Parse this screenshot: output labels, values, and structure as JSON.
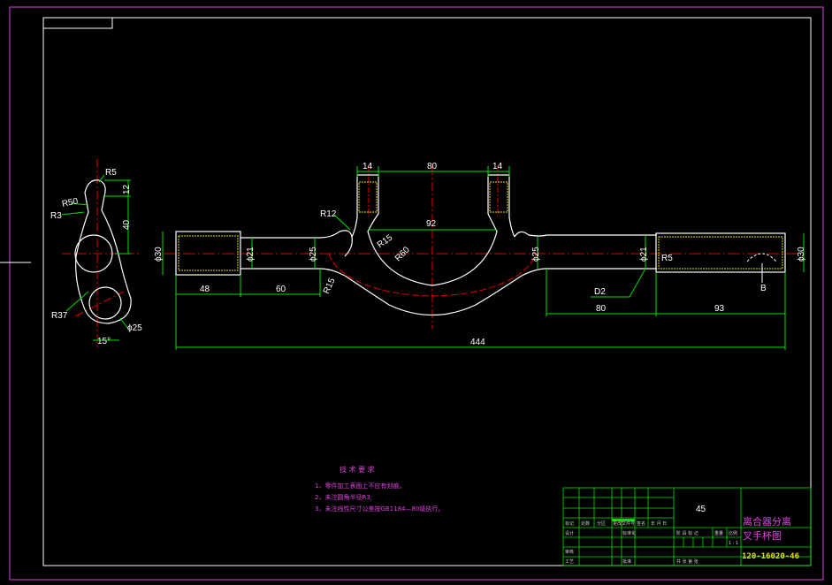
{
  "colors": {
    "background": "#000000",
    "outline": "#ffffff",
    "dimension": "#00e000",
    "centerline": "#e00000",
    "note": "#e040e0",
    "hatch": "#e0e000"
  },
  "dimensions": {
    "r5_top": "R5",
    "d12": "12",
    "r50": "R50",
    "r3": "R3",
    "d40": "40",
    "r37": "R37",
    "angle15": "15°",
    "phi25_side": "ϕ25",
    "d14_left": "14",
    "d80_top": "80",
    "d14_right": "14",
    "r12": "R12",
    "d92": "92",
    "r15": "R15",
    "r60": "R60",
    "r15b": "R15",
    "phi30_left": "ϕ30",
    "phi21_left": "ϕ21",
    "phi25_left": "ϕ25",
    "d48": "48",
    "d60": "60",
    "phi25_right": "ϕ25",
    "phi21_right": "ϕ21",
    "r5_right": "R5",
    "d2": "D2",
    "d80_bottom": "80",
    "d93": "93",
    "phi30_right": "ϕ30",
    "view_b": "B",
    "d444": "444"
  },
  "notes": {
    "title": "技 术 要 求",
    "line1": "1、零件加工表面上不应有划痕。",
    "line2": "2、未注圆角半径R3;",
    "line3": "3、未注线性尺寸公差按GB1184—80级执行。"
  },
  "title_block": {
    "material": "45",
    "name_line1": "离合器分离",
    "name_line2": "叉手杯图",
    "drawing_number": "120-16020-46",
    "scale": "1 : 1",
    "row_mark": "标记",
    "row_count": "处数",
    "row_zone": "分区",
    "row_doc": "更改文件号",
    "row_sign": "签名",
    "row_date": "年 月 日",
    "designer": "设计",
    "standard": "标准化",
    "checker": "审核",
    "process": "工艺",
    "approve": "批准",
    "stage_mark": "阶 段 标 记",
    "weight": "重量",
    "ratio": "比例",
    "sheets": "共    张    第    张"
  }
}
